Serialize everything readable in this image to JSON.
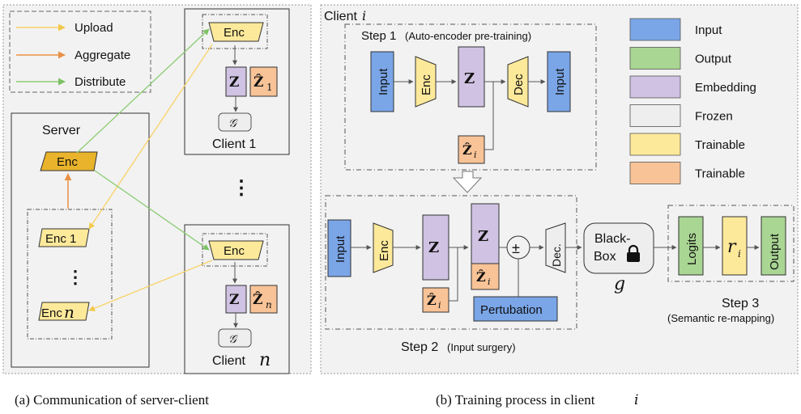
{
  "legend_a": {
    "upload": "Upload",
    "aggregate": "Aggregate",
    "distribute": "Distribute"
  },
  "server": {
    "title": "Server",
    "enc": "Enc",
    "enc1": "Enc 1",
    "vdots": "⋮",
    "encn_prefix": "Enc",
    "encn_suffix": "n"
  },
  "client1": {
    "enc": "Enc",
    "z": "Z",
    "zhat_base": "Ẑ",
    "zhat_sub": "1",
    "g": "𝒢",
    "name": "Client 1"
  },
  "clients_vdots": "⋮",
  "clientn": {
    "enc": "Enc",
    "z": "Z",
    "zhat_base": "Ẑ",
    "zhat_sub": "n",
    "g": "𝒢",
    "name_prefix": "Client",
    "name_suffix": "n"
  },
  "panel_b": {
    "title_prefix": "Client",
    "title_suffix": "i",
    "step1_bold": "Step 1",
    "step1_rest": "(Auto-encoder pre-training)",
    "input": "Input",
    "enc": "Enc",
    "z": "Z",
    "dec": "Dec",
    "zhat_base": "Ẑ",
    "zhat_sub": "i",
    "step2_input": "Input",
    "step2_enc": "Enc",
    "step2_z": "Z",
    "step2_z2": "Z",
    "pm": "±",
    "dec2": "Dec.",
    "blackbox_l1": "Black-",
    "blackbox_l2": "Box",
    "blackbox_g": "g",
    "perturbation": "Pertubation",
    "step2_bold": "Step 2",
    "step2_rest": "(Input surgery)",
    "logits": "Logits",
    "r": "r",
    "r_sub": "i",
    "output": "Output",
    "step3_bold": "Step 3",
    "step3_rest": "(Semantic re-mapping)"
  },
  "legend_b": [
    {
      "label": "Input",
      "color": "#7aa6e8"
    },
    {
      "label": "Output",
      "color": "#a9d693"
    },
    {
      "label": "Embedding",
      "color": "#cfc2e2"
    },
    {
      "label": "Frozen",
      "color": "#eeeeee"
    },
    {
      "label": "Trainable",
      "color": "#fde99a"
    },
    {
      "label": "Trainable",
      "color": "#f8c397"
    }
  ],
  "captions": {
    "a": "(a)  Communication of server-client",
    "b_prefix": "(b)  Training process in client",
    "b_suffix": "i"
  },
  "colors": {
    "upload_arrow": "#f7d265",
    "aggregate_arrow": "#e99146",
    "distribute_arrow": "#8ccc74",
    "input": "#7aa6e8",
    "output": "#a9d693",
    "embedding": "#cfc2e2",
    "trainable_yellow": "#fde99a",
    "trainable_orange": "#f8c397",
    "server_enc": "#e9b32b"
  }
}
